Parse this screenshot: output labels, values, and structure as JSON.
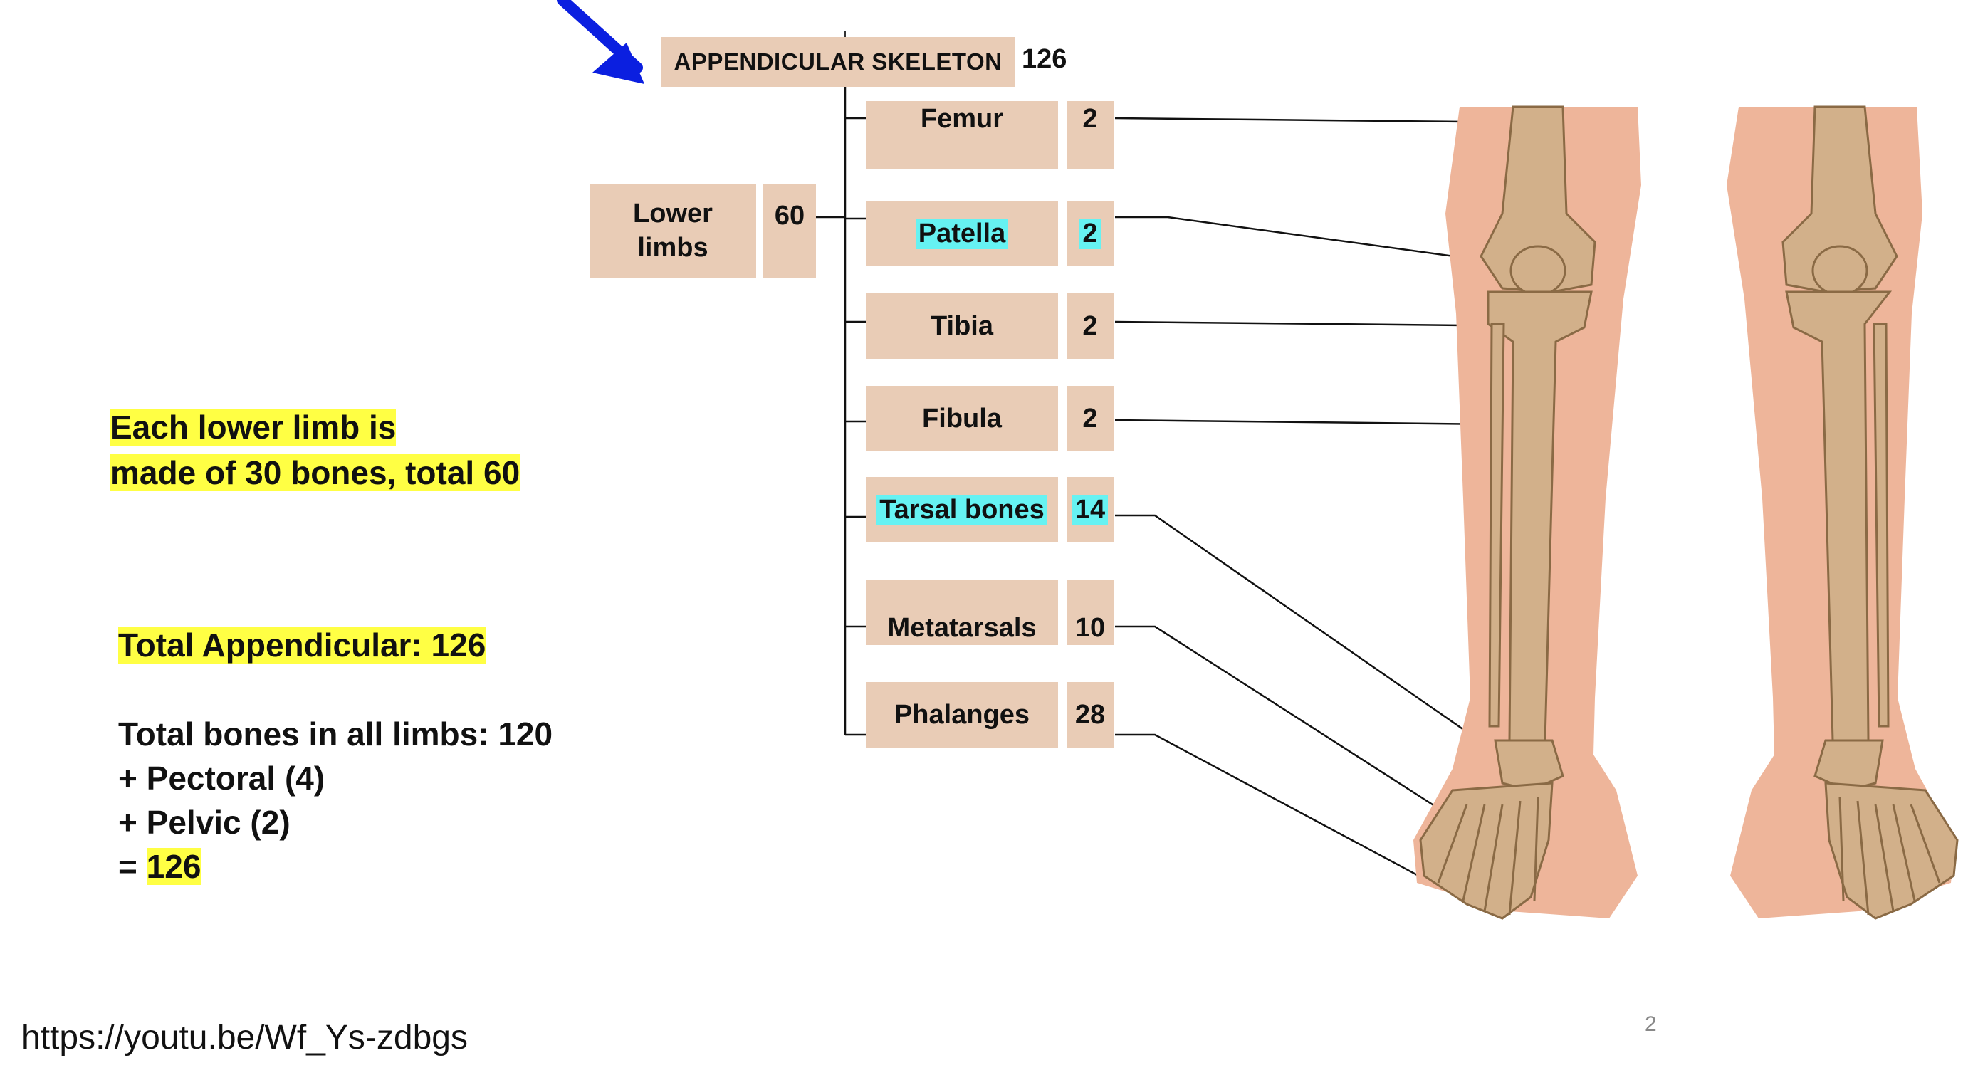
{
  "header": {
    "title": "APPENDICULAR SKELETON",
    "count": "126"
  },
  "lower_limbs": {
    "label_line1": "Lower",
    "label_line2": "limbs",
    "count": "60"
  },
  "bones": [
    {
      "name": "Femur",
      "count": "2",
      "highlight": "none"
    },
    {
      "name": "Patella",
      "count": "2",
      "highlight": "cyan"
    },
    {
      "name": "Tibia",
      "count": "2",
      "highlight": "none"
    },
    {
      "name": "Fibula",
      "count": "2",
      "highlight": "none"
    },
    {
      "name": "Tarsal bones",
      "count": "14",
      "highlight": "cyan"
    },
    {
      "name": "Metatarsals",
      "count": "10",
      "highlight": "none"
    },
    {
      "name": "Phalanges",
      "count": "28",
      "highlight": "none"
    }
  ],
  "notes": {
    "each_limb_line1": "Each lower limb is",
    "each_limb_line2": "made of 30 bones, total 60",
    "total_appendicular": "Total Appendicular: 126",
    "total_limbs": "Total bones in all limbs: 120",
    "pectoral": "+ Pectoral (4)",
    "pelvic": "+ Pelvic (2)",
    "equals_prefix": "= ",
    "equals_value": "126"
  },
  "footer": {
    "url": "https://youtu.be/Wf_Ys-zdbgs",
    "page_number": "2"
  },
  "colors": {
    "box": "#e9ccb6",
    "highlight_yellow": "#ffff44",
    "highlight_cyan": "#66f2f2",
    "arrow": "#0b1fe0",
    "skin": "#eeb59a",
    "bone": "#d2b08a"
  },
  "icons": {
    "pointer": "blue-arrow-icon",
    "illustration": "leg-skeleton-illustration"
  }
}
